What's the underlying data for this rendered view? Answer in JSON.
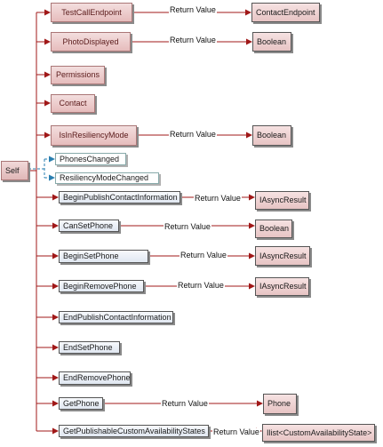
{
  "self_label": "Self",
  "return_label": "Return Value",
  "properties": [
    {
      "label": "TestCallEndpoint",
      "returns": "ContactEndpoint"
    },
    {
      "label": "PhotoDisplayed",
      "returns": "Boolean"
    },
    {
      "label": "Permissions",
      "returns": null
    },
    {
      "label": "Contact",
      "returns": null
    },
    {
      "label": "IsInResiliencyMode",
      "returns": "Boolean"
    }
  ],
  "events": [
    {
      "label": "PhonesChanged"
    },
    {
      "label": "ResiliencyModeChanged"
    }
  ],
  "methods": [
    {
      "label": "BeginPublishContactInformation",
      "returns": "IAsyncResult"
    },
    {
      "label": "CanSetPhone",
      "returns": "Boolean"
    },
    {
      "label": "BeginSetPhone",
      "returns": "IAsyncResult"
    },
    {
      "label": "BeginRemovePhone",
      "returns": "IAsyncResult"
    },
    {
      "label": "EndPublishContactInformation",
      "returns": null
    },
    {
      "label": "EndSetPhone",
      "returns": null
    },
    {
      "label": "EndRemovePhone",
      "returns": null
    },
    {
      "label": "GetPhone",
      "returns": "Phone"
    },
    {
      "label": "GetPublishableCustomAvailabilityStates",
      "returns": "Ilist<CustomAvailabilityState>"
    }
  ],
  "colors": {
    "connector": "#a01818",
    "event_connector": "#2a7fb0"
  }
}
